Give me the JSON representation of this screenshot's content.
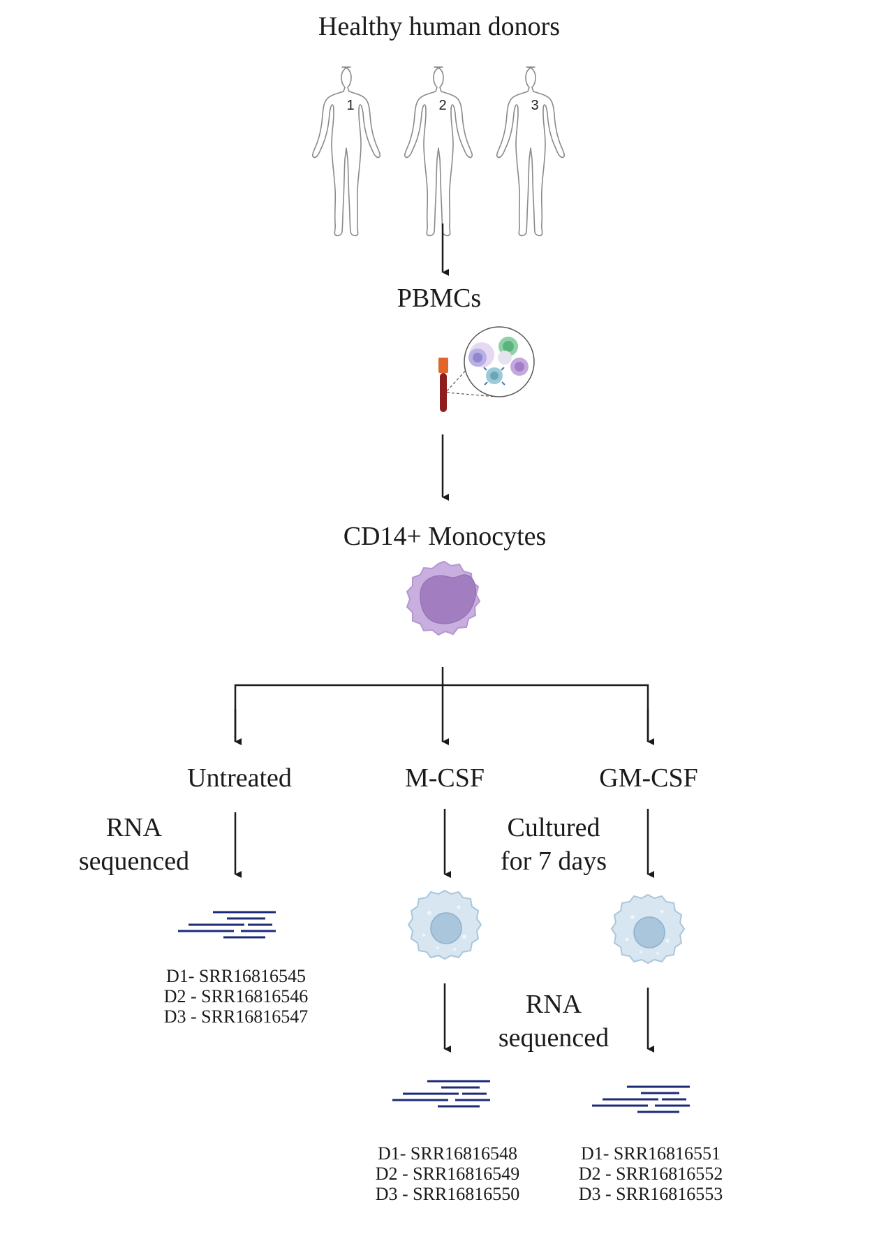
{
  "donors": {
    "title": "Healthy human donors",
    "numbers": [
      "1",
      "2",
      "3"
    ]
  },
  "pbmc": {
    "label": "PBMCs"
  },
  "monocytes": {
    "label": "CD14+ Monocytes"
  },
  "branches": {
    "untreated": "Untreated",
    "mcsf": "M-CSF",
    "gmcsf": "GM-CSF"
  },
  "steps": {
    "rna_left": [
      "RNA",
      "sequenced"
    ],
    "cultured": [
      "Cultured",
      "for 7 days"
    ],
    "rna_right": [
      "RNA",
      "sequenced"
    ]
  },
  "accessions": {
    "untreated": [
      "D1- SRR16816545",
      "D2 - SRR16816546",
      "D3 - SRR16816547"
    ],
    "mcsf": [
      "D1- SRR16816548",
      "D2 - SRR16816549",
      "D3 - SRR16816550"
    ],
    "gmcsf": [
      "D1- SRR16816551",
      "D2 - SRR16816552",
      "D3 - SRR16816553"
    ]
  },
  "colors": {
    "arrow": "#1a1a1a",
    "sequence_lines": "#1c2a78",
    "monocyte_body": "#c9aee0",
    "monocyte_nucleus": "#a27ec0",
    "macrophage_body": "#d7e6f1",
    "macrophage_nucleus": "#a9c6dc",
    "tube": "#8f1d1d",
    "tube_cap": "#e2662a"
  },
  "icons": [
    "human-figure-icon",
    "blood-tube-icon",
    "pbmc-magnifier-icon",
    "monocyte-cell-icon",
    "macrophage-cell-icon",
    "sequence-reads-icon"
  ]
}
